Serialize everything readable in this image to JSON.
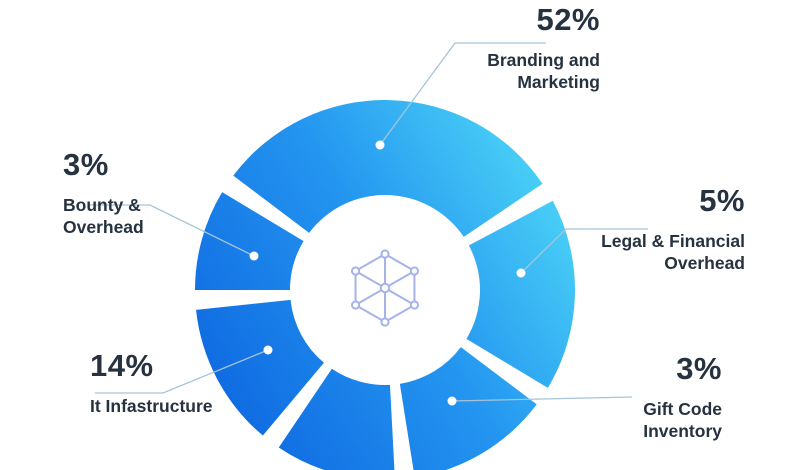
{
  "chart_data": {
    "type": "pie",
    "variant": "donut",
    "title": "",
    "legend_position": "around",
    "grid": false,
    "center_icon": "blockchain-cube-icon",
    "slices": [
      {
        "pct": "52%",
        "value": 52,
        "label": "Branding and\nMarketing"
      },
      {
        "pct": "5%",
        "value": 5,
        "label": "Legal & Financial\nOverhead"
      },
      {
        "pct": "3%",
        "value": 3,
        "label": "Gift Code\nInventory"
      },
      {
        "pct": "14%",
        "value": 14,
        "label": "It Infastructure"
      },
      {
        "pct": "3%",
        "value": 3,
        "label": "Bounty &\nOverhead"
      }
    ],
    "segments": [
      {
        "slice": 0,
        "start": 307,
        "end": 416
      },
      {
        "slice": 1,
        "start": 62,
        "end": 121
      },
      {
        "slice": 2,
        "start": 127,
        "end": 171
      },
      {
        "slice": null,
        "start": 177,
        "end": 214
      },
      {
        "slice": 3,
        "start": 220,
        "end": 264
      },
      {
        "slice": 4,
        "start": 270,
        "end": 301
      }
    ],
    "colors": {
      "gradient_start": "#0C63DF",
      "gradient_mid": "#2496F0",
      "gradient_end": "#4FD9F7",
      "text": "#263240",
      "leader_line": "#A7C4D9",
      "dot_fill": "#FFFFFF",
      "icon": "#A6B3E9",
      "background": "#FFFFFF"
    }
  }
}
